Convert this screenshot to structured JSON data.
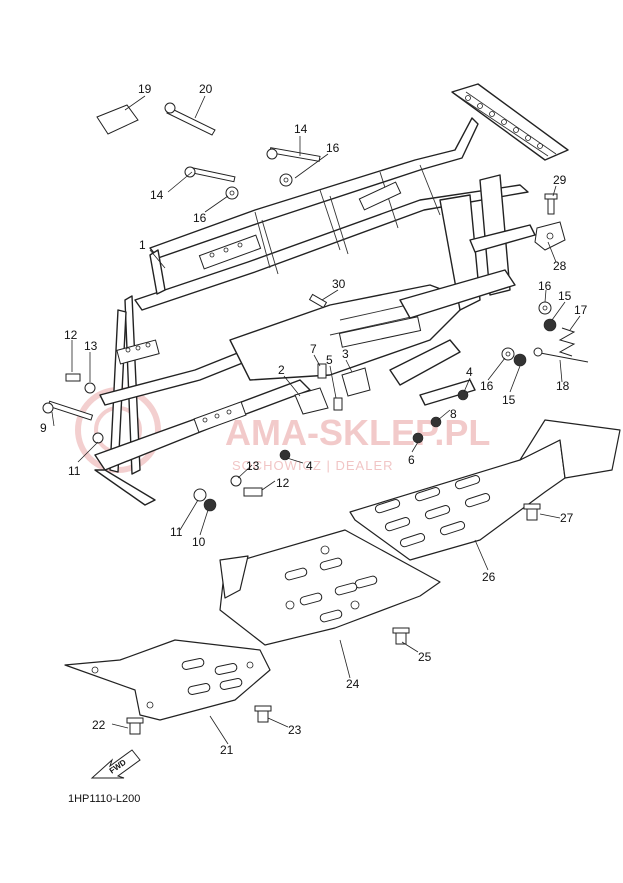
{
  "diagram_code": "1HP1110-L200",
  "fwd_label": "FWD",
  "watermark": {
    "main": "AMA-SKLEP.PL",
    "sub": "SOCHOWICZ | DEALER"
  },
  "callouts": {
    "c1": "1",
    "c2": "2",
    "c3": "3",
    "c4a": "4",
    "c4b": "4",
    "c5": "5",
    "c6": "6",
    "c7": "7",
    "c8": "8",
    "c9": "9",
    "c10": "10",
    "c11a": "11",
    "c11b": "11",
    "c12a": "12",
    "c12b": "12",
    "c13a": "13",
    "c13b": "13",
    "c14a": "14",
    "c14b": "14",
    "c15a": "15",
    "c15b": "15",
    "c16a": "16",
    "c16b": "16",
    "c16c": "16",
    "c17": "17",
    "c18": "18",
    "c19": "19",
    "c20": "20",
    "c21": "21",
    "c22": "22",
    "c23": "23",
    "c24": "24",
    "c25": "25",
    "c26": "26",
    "c27": "27",
    "c28": "28",
    "c29": "29",
    "c30": "30"
  }
}
